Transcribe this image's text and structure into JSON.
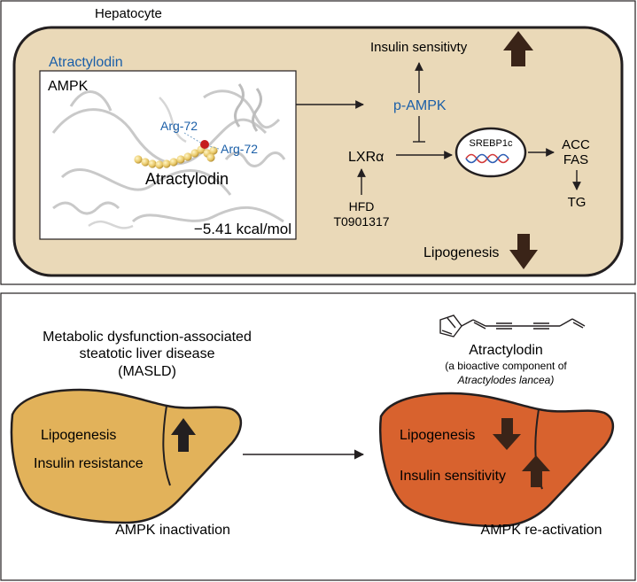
{
  "top_panel": {
    "cell_label": "Hepatocyte",
    "compound_label": "Atractylodin",
    "compound_label_color": "#1b5fa8",
    "docking_target": "AMPK",
    "residue_label_1": "Arg-72",
    "residue_label_2": "Arg-72",
    "residue_label_color": "#1b5fa8",
    "ligand_label": "Atractylodin",
    "binding_energy": "−5.41 kcal/mol",
    "insulin_sensitivity": "Insulin sensitivty",
    "p_ampk": "p-AMPK",
    "p_ampk_color": "#1b5fa8",
    "lxr": "LXRα",
    "hfd": "HFD",
    "t0901317": "T0901317",
    "srebp1c": "SREBP1c",
    "acc": "ACC",
    "fas": "FAS",
    "tg": "TG",
    "lipogenesis": "Lipogenesis",
    "cytoplasm_color": "#ead9b8"
  },
  "bottom_panel": {
    "disease_line_1": "Metabolic dysfunction-associated",
    "disease_line_2": "steatotic liver disease",
    "disease_line_3": "(MASLD)",
    "left_liver": {
      "lipogenesis": "Lipogenesis",
      "insulin_resistance": "Insulin resistance",
      "status": "AMPK inactivation",
      "color": "#e2b25a"
    },
    "compound_name": "Atractylodin",
    "compound_desc_1": "(a bioactive component of",
    "compound_desc_2": "Atractylodes lancea)",
    "right_liver": {
      "lipogenesis": "Lipogenesis",
      "insulin_sensitivity": "Insulin sensitivity",
      "status": "AMPK re-activation",
      "color": "#d8622e"
    }
  },
  "icons": [
    "up-arrow-icon",
    "down-arrow-icon",
    "dna-icon",
    "furan-structure-icon",
    "protein-ribbon-icon"
  ]
}
